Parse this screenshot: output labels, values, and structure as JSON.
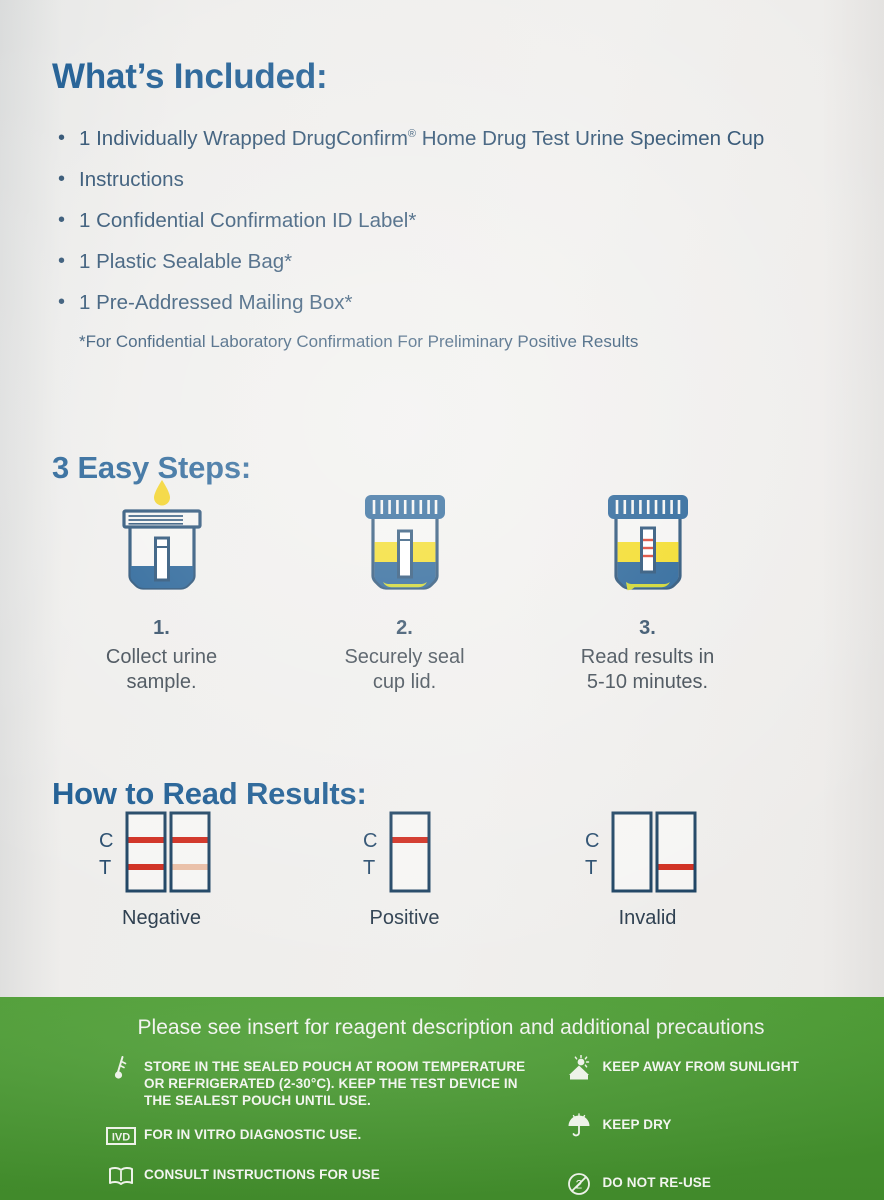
{
  "colors": {
    "background": "#edecea",
    "navy": "#16578f",
    "body_text": "#23486a",
    "green": "#4a9b31",
    "yellow": "#f2d21a",
    "red_line": "#d32b1e",
    "faint_line": "#e8bba4"
  },
  "included": {
    "title": "What’s Included:",
    "bullet_glyph": "•",
    "items": [
      {
        "pre": "1 Individually Wrapped DrugConfirm",
        "sup": "®",
        "post": " Home Drug Test Urine Specimen Cup"
      },
      {
        "pre": "Instructions",
        "sup": "",
        "post": ""
      },
      {
        "pre": "1 Confidential Confirmation ID Label*",
        "sup": "",
        "post": ""
      },
      {
        "pre": "1 Plastic Sealable Bag*",
        "sup": "",
        "post": ""
      },
      {
        "pre": "1 Pre-Addressed Mailing Box*",
        "sup": "",
        "post": ""
      }
    ],
    "footnote": "*For Confidential Laboratory Confirmation For Preliminary Positive Results"
  },
  "steps": {
    "title": "3 Easy Steps:",
    "items": [
      {
        "number": "1.",
        "caption": "Collect urine\nsample.",
        "icon": "specimen-cup-open-with-droplet"
      },
      {
        "number": "2.",
        "caption": "Securely seal\ncup lid.",
        "icon": "specimen-cup-sealed-filled"
      },
      {
        "number": "3.",
        "caption": "Read results in\n5-10 minutes.",
        "icon": "specimen-cup-sealed-with-result-strip"
      }
    ]
  },
  "results": {
    "title": "How to Read Results:",
    "label_control": "C",
    "label_test": "T",
    "items": [
      {
        "caption": "Negative",
        "cassettes": [
          {
            "control_line": "strong",
            "test_line": "strong"
          },
          {
            "control_line": "strong",
            "test_line": "faint"
          }
        ]
      },
      {
        "caption": "Positive",
        "cassettes": [
          {
            "control_line": "strong",
            "test_line": "none"
          }
        ]
      },
      {
        "caption": "Invalid",
        "cassettes": [
          {
            "control_line": "none",
            "test_line": "none"
          },
          {
            "control_line": "none",
            "test_line": "strong"
          }
        ]
      }
    ]
  },
  "footer": {
    "title": "Please see insert for reagent description and additional precautions",
    "left_items": [
      {
        "icon": "thermometer-icon",
        "text": "STORE IN THE SEALED POUCH AT ROOM TEMPERATURE OR REFRIGERATED (2-30°C). KEEP THE TEST DEVICE IN THE SEALEST POUCH UNTIL USE."
      },
      {
        "icon": "ivd-icon",
        "text": "FOR IN VITRO DIAGNOSTIC USE."
      },
      {
        "icon": "instructions-booklet-icon",
        "text": "CONSULT INSTRUCTIONS FOR USE"
      }
    ],
    "right_items": [
      {
        "icon": "keep-away-from-sunlight-icon",
        "text": "KEEP AWAY FROM SUNLIGHT"
      },
      {
        "icon": "keep-dry-umbrella-icon",
        "text": "KEEP DRY"
      },
      {
        "icon": "do-not-reuse-icon",
        "text": "DO NOT RE-USE"
      }
    ]
  }
}
